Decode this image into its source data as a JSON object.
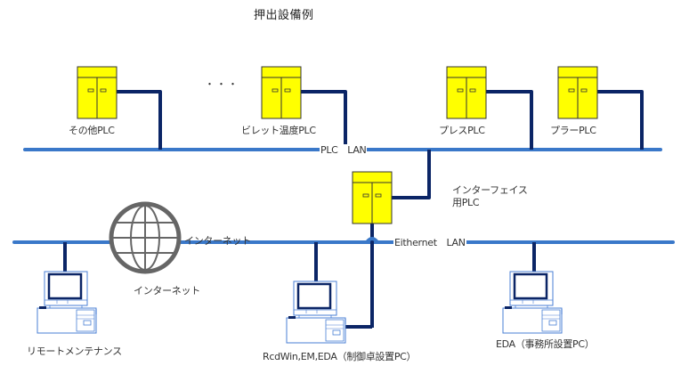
{
  "title": "押出設備例",
  "colors": {
    "bus": "#3a78c9",
    "cable": "#0b2566",
    "plc_fill": "#ffff00",
    "plc_stroke": "#333333",
    "globe": "#666666",
    "pc_stroke": "#4a7fd4"
  },
  "ellipsis": "・・・",
  "plcs": [
    {
      "id": "other",
      "label": "その他PLC"
    },
    {
      "id": "billet",
      "label": "ビレット温度PLC"
    },
    {
      "id": "press",
      "label": "プレスPLC"
    },
    {
      "id": "puller",
      "label": "プラーPLC"
    },
    {
      "id": "interface",
      "label_line1": "インターフェイス",
      "label_line2": "用PLC"
    }
  ],
  "networks": {
    "plc_lan": "PLC　LAN",
    "ethernet_lan": "Eithernet　LAN",
    "internet_line": "インターネット"
  },
  "globe_label": "インターネット",
  "pcs": [
    {
      "id": "remote",
      "label": "リモートメンテナンス"
    },
    {
      "id": "control",
      "label": "RcdWin,EM,EDA（制御卓設置PC）"
    },
    {
      "id": "office",
      "label": "EDA（事務所設置PC）"
    }
  ]
}
